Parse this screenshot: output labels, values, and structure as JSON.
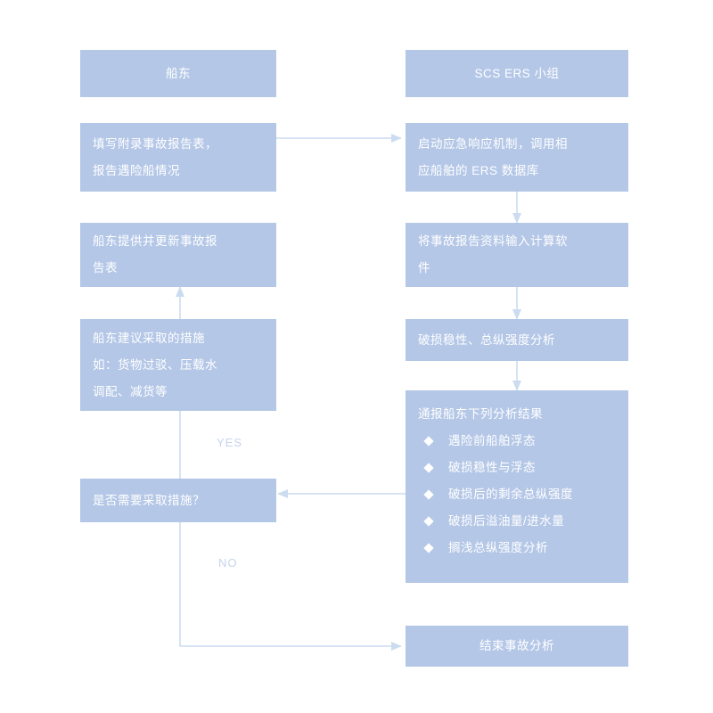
{
  "diagram": {
    "title_left": "船东",
    "title_right": "SCS ERS 小组",
    "colors": {
      "node_fill": "#b4c7e7",
      "node_text": "#ffffff",
      "connector": "#ccdcf0",
      "label_text": "#c5d5ee",
      "background": "#ffffff"
    }
  },
  "lanes": {
    "left": {
      "header": "船东",
      "nodes": {
        "report_form": {
          "lines": [
            "填写附录事故报告表，",
            "报告遇险船情况"
          ]
        },
        "update_form": {
          "lines": [
            "船东提供并更新事故报",
            "告表"
          ]
        },
        "measures": {
          "lines": [
            "船东建议采取的措施",
            "如：货物过驳、压载水",
            "调配、减货等"
          ]
        },
        "decision": {
          "lines": [
            "是否需要采取措施？"
          ]
        }
      }
    },
    "right": {
      "header": "SCS ERS 小组",
      "nodes": {
        "activate": {
          "lines": [
            "启动应急响应机制，调用相",
            "应船舶的 ERS 数据库"
          ]
        },
        "input_software": {
          "lines": [
            "将事故报告资料输入计算软",
            "件"
          ]
        },
        "analysis": {
          "lines": [
            "破损稳性、总纵强度分析"
          ]
        },
        "results": {
          "heading": "通报船东下列分析结果",
          "bullets": [
            "遇险前船舶浮态",
            "破损稳性与浮态",
            "破损后的剩余总纵强度",
            "破损后溢油量/进水量",
            "搁浅总纵强度分析"
          ]
        },
        "finish": {
          "lines": [
            "结束事故分析"
          ]
        }
      }
    }
  },
  "edge_labels": {
    "yes": "YES",
    "no": "NO"
  }
}
